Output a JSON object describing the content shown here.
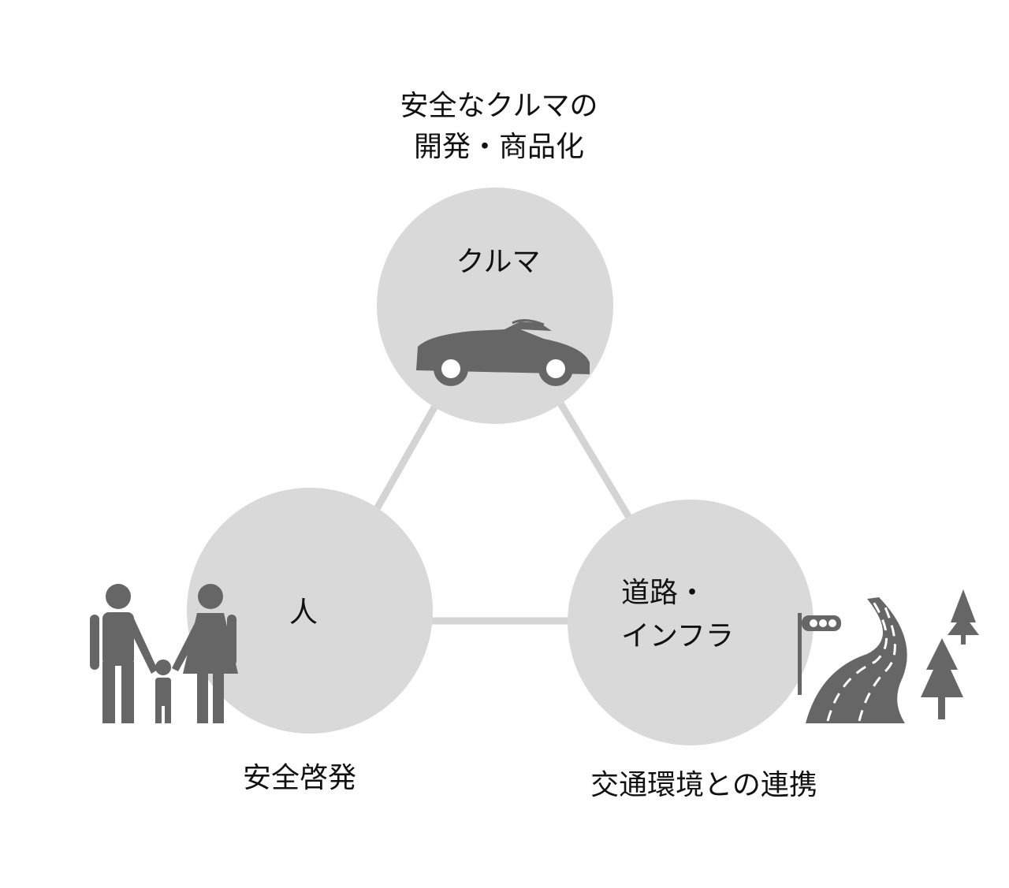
{
  "top": {
    "caption_line1": "安全なクルマの",
    "caption_line2": "開発・商品化",
    "circle_label": "クルマ"
  },
  "left": {
    "circle_label": "人",
    "caption": "安全啓発"
  },
  "right": {
    "circle_label_line1": "道路・",
    "circle_label_line2": "インフラ",
    "caption": "交通環境との連携"
  },
  "colors": {
    "circle": "#d9d9d9",
    "connector": "#d4d4d4",
    "icon": "#666666"
  },
  "icons": [
    "car-icon",
    "family-icon",
    "traffic-light-icon",
    "road-icon",
    "tree-icon"
  ]
}
